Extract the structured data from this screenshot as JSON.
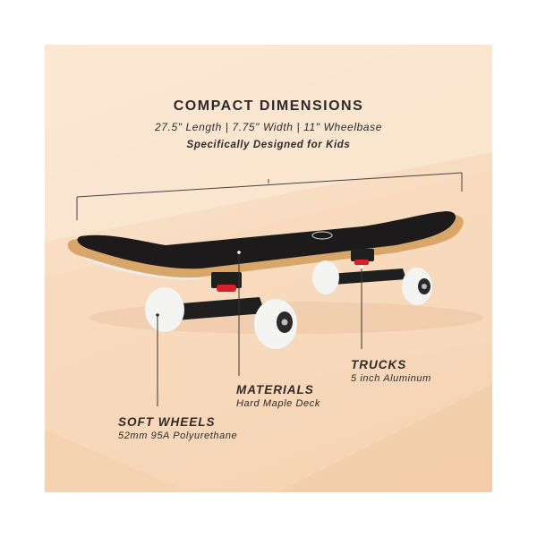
{
  "header": {
    "title": "COMPACT DIMENSIONS",
    "dimensions": "27.5\" Length | 7.75\" Width | 11\" Wheelbase",
    "subtitle": "Specifically Designed for Kids"
  },
  "callouts": {
    "trucks": {
      "heading": "TRUCKS",
      "detail": "5 inch Aluminum"
    },
    "materials": {
      "heading": "MATERIALS",
      "detail": "Hard Maple Deck"
    },
    "wheels": {
      "heading": "SOFT WHEELS",
      "detail": "52mm 95A Polyurethane"
    }
  },
  "colors": {
    "background": "#f8dcc0",
    "grip_tape": "#1c1a1a",
    "deck_edge": "#d9a66a",
    "wheel": "#f4f4f2",
    "truck": "#1f1f1f",
    "bushing": "#d8202c",
    "text": "#2f2a27"
  }
}
